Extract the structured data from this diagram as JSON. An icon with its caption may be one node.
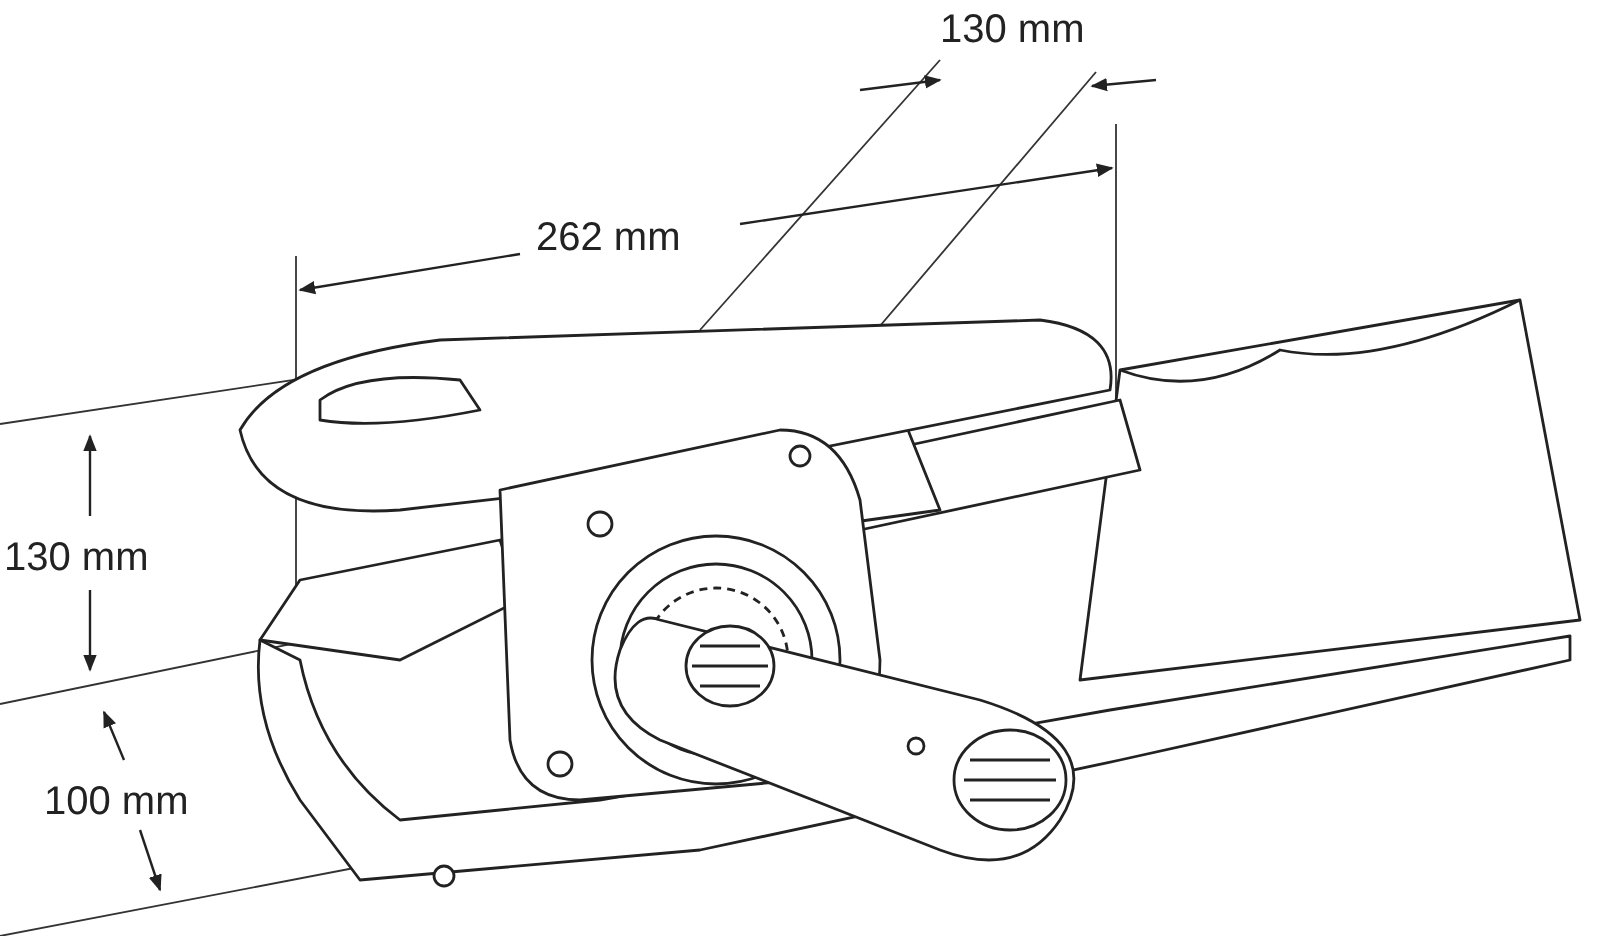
{
  "diagram": {
    "labels": [
      "130 mm",
      "262 mm",
      "130 mm",
      "100 mm"
    ]
  }
}
